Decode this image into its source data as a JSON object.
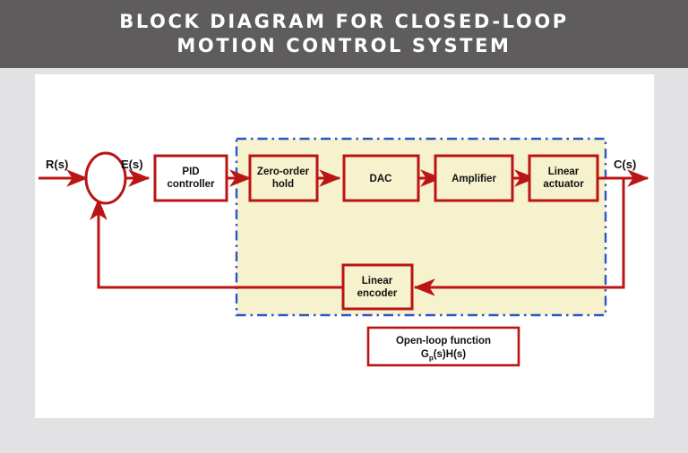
{
  "header": {
    "title": "BLOCK DIAGRAM FOR CLOSED-LOOP\nMOTION CONTROL SYSTEM",
    "background_color": "#5e5c5d",
    "text_color": "#ffffff"
  },
  "page": {
    "background_color": "#e2e2e4",
    "panel_color": "#ffffff"
  },
  "diagram": {
    "type": "block-diagram",
    "line_color": "#bb1414",
    "box_border_color": "#bb1414",
    "box_fill_inside": "#f6f2cd",
    "box_fill_outside": "#ffffff",
    "region_fill_color": "#f6f2cd",
    "region_border_color": "#2d55c8",
    "region_border_style": "dash-dot",
    "signals": {
      "input": "R(s)",
      "error": "E(s)",
      "output": "C(s)"
    },
    "summing_junction": {
      "label": ""
    },
    "forward_blocks": [
      {
        "id": "pid",
        "label": "PID\ncontroller",
        "inside_region": false
      },
      {
        "id": "zoh",
        "label": "Zero-order\nhold",
        "inside_region": true
      },
      {
        "id": "dac",
        "label": "DAC",
        "inside_region": true
      },
      {
        "id": "amp",
        "label": "Amplifier",
        "inside_region": true
      },
      {
        "id": "actuator",
        "label": "Linear\nactuator",
        "inside_region": true
      }
    ],
    "feedback_blocks": [
      {
        "id": "encoder",
        "label": "Linear\nencoder",
        "inside_region": true
      }
    ],
    "caption_box": {
      "line1": "Open-loop function",
      "line2_pre": "G",
      "line2_sub": "p",
      "line2_post": "(s)H(s)"
    }
  }
}
